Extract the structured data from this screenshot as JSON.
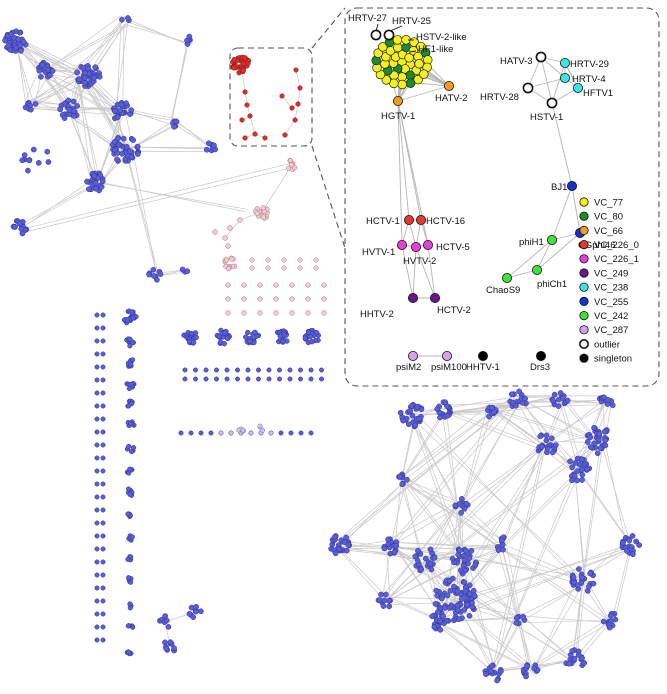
{
  "inset": {
    "nodes": [
      {
        "id": "HRTV-27",
        "label": "HRTV-27",
        "cls": "outlier"
      },
      {
        "id": "HRTV-25",
        "label": "HRTV-25",
        "cls": "outlier"
      },
      {
        "id": "HSTV-2-like",
        "label": "HSTV-2-like",
        "cls": "VC_77"
      },
      {
        "id": "HF1-like",
        "label": "HF1-like",
        "cls": "VC_77"
      },
      {
        "id": "HATV-2",
        "label": "HATV-2",
        "cls": "VC_66"
      },
      {
        "id": "HGTV-1",
        "label": "HGTV-1",
        "cls": "VC_66"
      },
      {
        "id": "HATV-3",
        "label": "HATV-3",
        "cls": "outlier"
      },
      {
        "id": "HRTV-29",
        "label": "HRTV-29",
        "cls": "VC_238"
      },
      {
        "id": "HRTV-4",
        "label": "HRTV-4",
        "cls": "VC_238"
      },
      {
        "id": "HFTV1",
        "label": "HFTV1",
        "cls": "VC_238"
      },
      {
        "id": "HRTV-28",
        "label": "HRTV-28",
        "cls": "outlier"
      },
      {
        "id": "HSTV-1",
        "label": "HSTV-1",
        "cls": "outlier"
      },
      {
        "id": "BJ1",
        "label": "BJ1",
        "cls": "VC_255"
      },
      {
        "id": "HCTV-1",
        "label": "HCTV-1",
        "cls": "VC_226_0"
      },
      {
        "id": "HCTV-16",
        "label": "HCTV-16",
        "cls": "VC_226_0"
      },
      {
        "id": "HVTV-1",
        "label": "HVTV-1",
        "cls": "VC_226_1"
      },
      {
        "id": "HCTV-5",
        "label": "HCTV-5",
        "cls": "VC_226_1"
      },
      {
        "id": "HVTV-2",
        "label": "HVTV-2",
        "cls": "VC_226_1"
      },
      {
        "id": "HHTV-2",
        "label": "HHTV-2",
        "cls": "VC_249"
      },
      {
        "id": "HCTV-2",
        "label": "HCTV-2",
        "cls": "VC_249"
      },
      {
        "id": "phiH1",
        "label": "phiH1",
        "cls": "VC_242"
      },
      {
        "id": "CGphi46",
        "label": "CGphi46",
        "cls": "VC_255"
      },
      {
        "id": "ChaoS9",
        "label": "ChaoS9",
        "cls": "VC_242"
      },
      {
        "id": "phiCh1",
        "label": "phiCh1",
        "cls": "VC_242"
      },
      {
        "id": "psiM2",
        "label": "psiM2",
        "cls": "VC_287"
      },
      {
        "id": "psiM100",
        "label": "psiM100",
        "cls": "VC_287"
      },
      {
        "id": "HHTV-1",
        "label": "HHTV-1",
        "cls": "singleton"
      },
      {
        "id": "Drs3",
        "label": "Drs3",
        "cls": "singleton"
      }
    ]
  },
  "legend": [
    {
      "label": "VC_77",
      "color": "#f5f11e",
      "hollow": false
    },
    {
      "label": "VC_80",
      "color": "#1d8c24",
      "hollow": false
    },
    {
      "label": "VC_66",
      "color": "#f39a1f",
      "hollow": false
    },
    {
      "label": "VC_226_0",
      "color": "#e8372e",
      "hollow": false
    },
    {
      "label": "VC_226_1",
      "color": "#e43fd7",
      "hollow": false
    },
    {
      "label": "VC_249",
      "color": "#6a1587",
      "hollow": false
    },
    {
      "label": "VC_238",
      "color": "#3fe3e3",
      "hollow": false
    },
    {
      "label": "VC_255",
      "color": "#1633c9",
      "hollow": false
    },
    {
      "label": "VC_242",
      "color": "#3ee23a",
      "hollow": false
    },
    {
      "label": "VC_287",
      "color": "#d7a3e6",
      "hollow": false
    },
    {
      "label": "outlier",
      "color": "#ffffff",
      "hollow": true
    },
    {
      "label": "singleton",
      "color": "#000000",
      "hollow": false
    }
  ],
  "colors": {
    "network_node": "#5b5fd6",
    "network_stroke": "#2c2f8f",
    "highlight_red": "#d9302c",
    "pink_node": "#f1cdd3",
    "lavender_node": "#c9c4ea",
    "edge": "#c9c9c9"
  }
}
